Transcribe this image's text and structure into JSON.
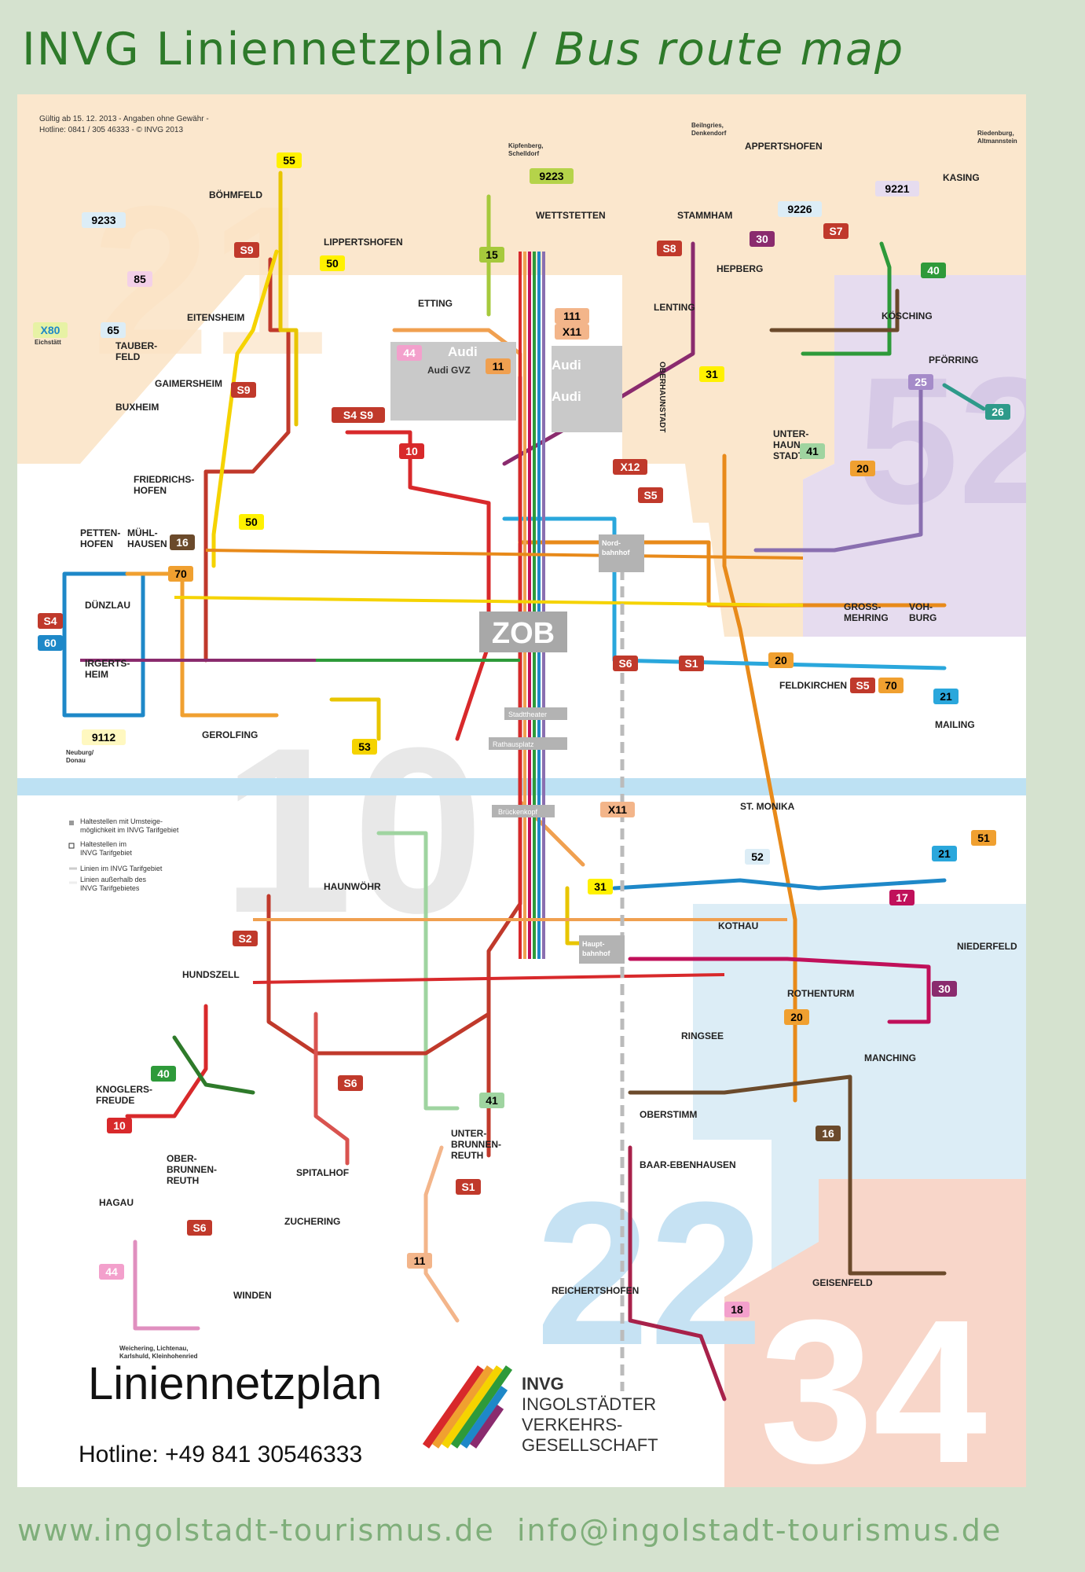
{
  "header": {
    "title_part1": "INVG Liniennetzplan / ",
    "title_part2": "Bus route map"
  },
  "footer": {
    "web": "www.ingolstadt-tourismus.de",
    "email": "info@ingolstadt-tourismus.de"
  },
  "legend_top": {
    "line1": "Gültig ab 15. 12. 2013   -   Angaben ohne Gewähr   -",
    "line2": "Hotline: 0841 / 305 46333   -   © INVG 2013"
  },
  "legend": {
    "item1a": "Haltestellen mit Umsteige-",
    "item1b": "möglichkeit im INVG Tarifgebiet",
    "item2a": "Haltestellen im",
    "item2b": "INVG Tarifgebiet",
    "item3": "Linien im INVG Tarifgebiet",
    "item4a": "Linien außerhalb des",
    "item4b": "INVG Tarifgebietes"
  },
  "colors": {
    "green": "#2e7a2a",
    "zone_orange": "#fbe7cd",
    "zone_lilac": "#e6dcef",
    "zone_blue": "#dcedf6",
    "zone_salmon": "#f8d6c9",
    "river": "#bde1f3"
  },
  "zones": {
    "z21": "21",
    "z10": "10",
    "z52": "52",
    "z22": "22",
    "z34": "34"
  },
  "zob": "ZOB",
  "audi": {
    "audi1": "Audi",
    "audi2": "Audi",
    "audi3": "Audi",
    "gvz": "Audi GVZ"
  },
  "branding": {
    "title": "Liniennetzplan",
    "hotline": "Hotline: +49 841 30546333",
    "invg1": "INVG",
    "invg2": "INGOLSTÄDTER",
    "invg3": "VERKEHRS-",
    "invg4": "GESELLSCHAFT"
  },
  "places": {
    "boehmfeld": "BÖHMFELD",
    "lippertshofen": "LIPPERTSHOFEN",
    "wettstetten": "WETTSTETTEN",
    "appertshofen": "APPERTSHOFEN",
    "kasing": "KASING",
    "stammham": "STAMMHAM",
    "hepberg": "HEPBERG",
    "lenting": "LENTING",
    "koesching": "KÖSCHING",
    "etting": "ETTING",
    "eitensheim": "EITENSHEIM",
    "tauberfeld": "TAUBER-",
    "tauberfeld2": "FELD",
    "gaimersheim": "GAIMERSHEIM",
    "buxheim": "BUXHEIM",
    "friedrichshofen": "FRIEDRICHS-",
    "friedrichshofen2": "HOFEN",
    "pfoerring": "PFÖRRING",
    "unterhaunstadt": "UNTER-",
    "unterhaunstadt2": "HAUN-",
    "unterhaunstadt3": "STADT",
    "oberhaunstadt": "OBERHAUNSTADT",
    "pettenhofen": "PETTEN-",
    "pettenhofen2": "HOFEN",
    "muehlhausen": "MÜHL-",
    "muehlhausen2": "HAUSEN",
    "duenzlau": "DÜNZLAU",
    "irgertsheim": "IRGERTS-",
    "irgertsheim2": "HEIM",
    "gerolfing": "GEROLFING",
    "grossmehring": "GROSS-",
    "grossmehring2": "MEHRING",
    "vohburg": "VOH-",
    "vohburg2": "BURG",
    "feldkirchen": "FELDKIRCHEN",
    "mailing": "MAILING",
    "stmonika": "ST. MONIKA",
    "hauwoehr": "HAUNWÖHR",
    "kothau": "KOTHAU",
    "niederfeld": "NIEDERFELD",
    "hundszell": "HUNDSZELL",
    "rothenturm": "ROTHENTURM",
    "knoglersfreude": "KNOGLERS-",
    "knoglersfreude2": "FREUDE",
    "ringsee": "RINGSEE",
    "manching": "MANCHING",
    "oberstimm": "OBERSTIMM",
    "unterbrunnenreuth": "UNTER-",
    "unterbrunnenreuth2": "BRUNNEN-",
    "unterbrunnenreuth3": "REUTH",
    "oberbrunnenreuth": "OBER-",
    "oberbrunnenreuth2": "BRUNNEN-",
    "oberbrunnenreuth3": "REUTH",
    "spitalhof": "SPITALHOF",
    "baarebenhausen": "BAAR-EBENHAUSEN",
    "hagau": "HAGAU",
    "zuchering": "ZUCHERING",
    "geisenfeld": "GEISENFELD",
    "winden": "WINDEN",
    "reichertshofen": "REICHERTSHOFEN",
    "nordbahnhof": "Nord-",
    "nordbahnhof2": "bahnhof",
    "hauptbahnhof": "Haupt-",
    "hauptbahnhof2": "bahnhof",
    "stadttheater": "Stadttheater",
    "rathausplatz": "Rathausplatz",
    "brueckenkopf": "Brückenkopf",
    "eichstaett": "Eichstätt",
    "kipfenberg": "Kipfenberg,",
    "kipfenberg2": "Schelldorf",
    "riedenburg": "Riedenburg,",
    "riedenburg2": "Altmannstein",
    "beilngries": "Beilngries,",
    "beilngries2": "Denkendorf",
    "neuburg": "Neuburg/",
    "neuburg2": "Donau",
    "weichering": "Weichering, Lichtenau,",
    "weichering2": "Karlshuld, Kleinhohenried"
  },
  "badges": {
    "b55": "55",
    "b9233": "9233",
    "b9223": "9223",
    "b9221": "9221",
    "b9226": "9226",
    "b85": "85",
    "b65": "65",
    "bX80": "X80",
    "bS9a": "S9",
    "bS9b": "S9",
    "b50a": "50",
    "b15": "15",
    "bS8": "S8",
    "b30a": "30",
    "bS7": "S7",
    "b40a": "40",
    "b111": "111",
    "bX11": "X11",
    "b44a": "44",
    "b11a": "11",
    "b31a": "31",
    "b25": "25",
    "b26": "26",
    "bS4S9": "S4 S9",
    "b10a": "10",
    "bX12": "X12",
    "b41a": "41",
    "b20a": "20",
    "b50b": "50",
    "b16a": "16",
    "b70a": "70",
    "bS5a": "S5",
    "bS4": "S4",
    "b60": "60",
    "b9112": "9112",
    "b53": "53",
    "bS6a": "S6",
    "bS1a": "S1",
    "b20b": "20",
    "bS5b": "S5",
    "b70b": "70",
    "b21a": "21",
    "bX11b": "X11",
    "b51": "51",
    "b21b": "21",
    "b52": "52",
    "b31b": "31",
    "b17": "17",
    "bS2": "S2",
    "b30b": "30",
    "b20c": "20",
    "b40b": "40",
    "b10b": "10",
    "bS6b": "S6",
    "b41b": "41",
    "bS1b": "S1",
    "b16b": "16",
    "b11b": "11",
    "bS6c": "S6",
    "b44b": "44",
    "b18": "18"
  }
}
